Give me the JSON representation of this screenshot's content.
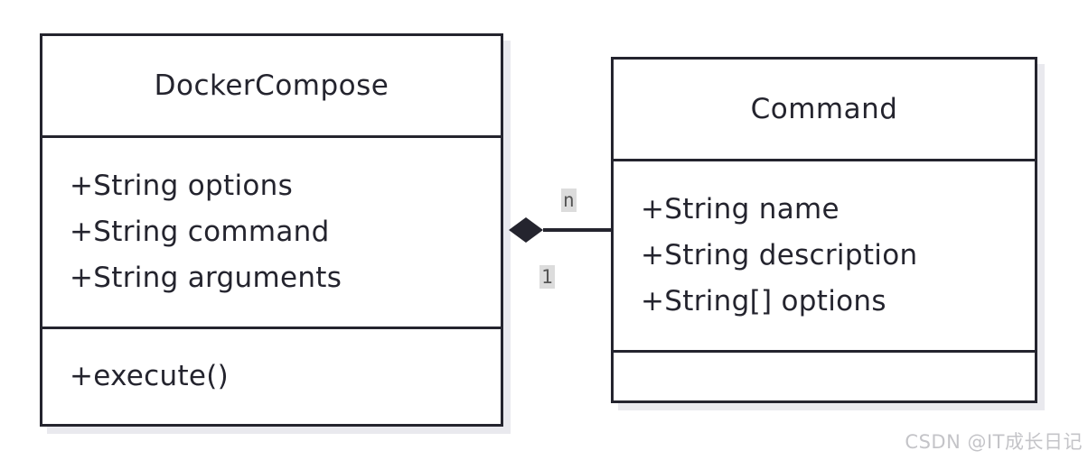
{
  "diagram": {
    "classes": [
      {
        "id": "docker",
        "name": "DockerCompose",
        "attributes": [
          "+String options",
          "+String command",
          "+String arguments"
        ],
        "methods": [
          "+execute()"
        ]
      },
      {
        "id": "command",
        "name": "Command",
        "attributes": [
          "+String name",
          "+String description",
          "+String[] options"
        ],
        "methods": []
      }
    ],
    "relationship": {
      "type": "composition",
      "whole": "DockerCompose",
      "part": "Command",
      "multiplicity_whole": "1",
      "multiplicity_part": "n"
    }
  },
  "colors": {
    "stroke": "#24242e",
    "shadow": "#e9e9ee",
    "label_bg": "#dcdcdc"
  },
  "watermark": "CSDN @IT成长日记"
}
